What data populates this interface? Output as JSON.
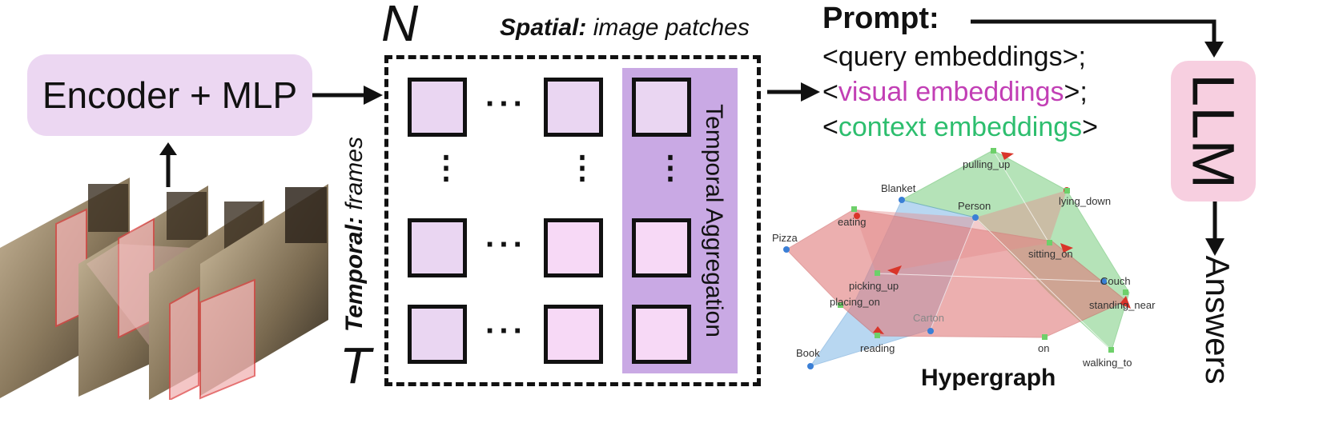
{
  "encoder": {
    "label": "Encoder + MLP"
  },
  "grid": {
    "top_label": "N",
    "bottom_label": "T",
    "spatial_bold": "Spatial:",
    "spatial_italic": "image patches",
    "temporal_bold": "Temporal:",
    "temporal_italic": "frames",
    "aggregation_label": "Temporal Aggregation",
    "ellipsis_h": "···",
    "ellipsis_v": "⋮"
  },
  "prompt": {
    "title": "Prompt:",
    "lines": [
      {
        "open": "<",
        "text": "query embeddings",
        "close": ">;",
        "color": "#111111"
      },
      {
        "open": "<",
        "text": "visual embeddings",
        "close": ">;",
        "color": "#c23fb5"
      },
      {
        "open": "<",
        "text": "context embeddings",
        "close": ">",
        "color": "#2dbe6e"
      }
    ]
  },
  "llm": {
    "label": "LLM"
  },
  "answers": {
    "label": "Answers"
  },
  "hypergraph": {
    "title": "Hypergraph",
    "colors": {
      "red": "#e07b7b",
      "green": "#84d28a",
      "blue": "#7fb8e6",
      "objectNode": "#3a7fd6",
      "relationNode": "#6ed06a"
    },
    "nodes": [
      {
        "label": "pulling_up",
        "kind": "relation"
      },
      {
        "label": "Blanket",
        "kind": "object"
      },
      {
        "label": "lying_down",
        "kind": "relation"
      },
      {
        "label": "Person",
        "kind": "object"
      },
      {
        "label": "eating",
        "kind": "relation"
      },
      {
        "label": "Pizza",
        "kind": "object"
      },
      {
        "label": "sitting_on",
        "kind": "relation"
      },
      {
        "label": "picking_up",
        "kind": "relation"
      },
      {
        "label": "Couch",
        "kind": "object"
      },
      {
        "label": "placing_on",
        "kind": "relation"
      },
      {
        "label": "standing_near",
        "kind": "relation"
      },
      {
        "label": "Carton",
        "kind": "object"
      },
      {
        "label": "Book",
        "kind": "object"
      },
      {
        "label": "reading",
        "kind": "relation"
      },
      {
        "label": "on",
        "kind": "relation"
      },
      {
        "label": "walking_to",
        "kind": "relation"
      }
    ]
  },
  "frames": {
    "count": 4
  }
}
